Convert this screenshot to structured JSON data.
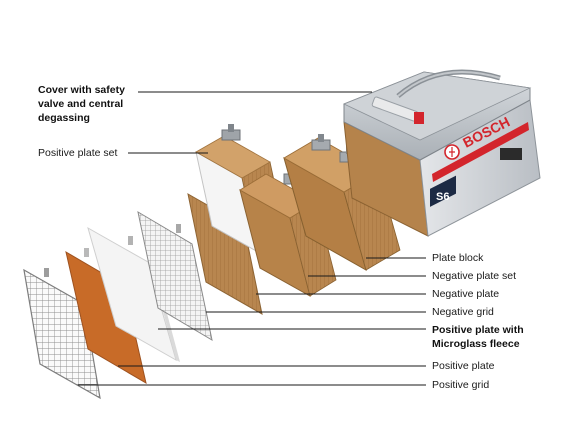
{
  "brand": "BOSCH",
  "battery": {
    "model_badge": "S6"
  },
  "labels": {
    "cover": "Cover with safety valve and central degassing",
    "positive_plate_set": "Positive plate set",
    "plate_block": "Plate block",
    "negative_plate_set": "Negative plate set",
    "negative_plate": "Negative plate",
    "negative_grid": "Negative grid",
    "positive_plate_fleece": "Positive plate with Microglass fleece",
    "positive_plate": "Positive plate",
    "positive_grid": "Positive grid"
  },
  "colors": {
    "brand_red": "#d3252c",
    "battery_body": "#c9cdd2",
    "plate_brown": "#b8864f",
    "plate_orange": "#c86b28",
    "fleece_white": "#f3f3f3",
    "grid_grey": "#9a9a9a"
  }
}
